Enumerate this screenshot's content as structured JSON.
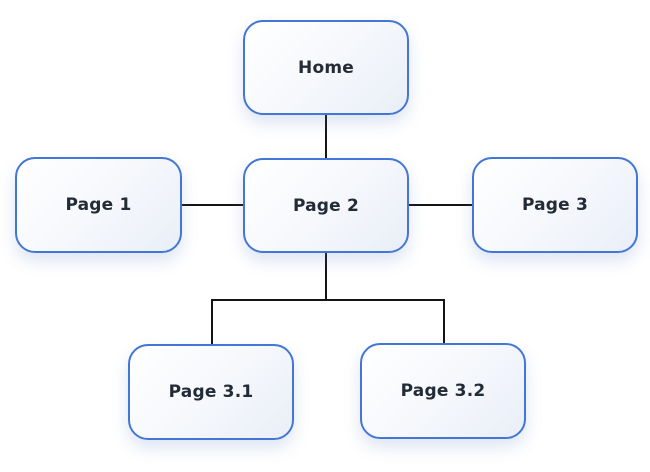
{
  "diagram": {
    "type": "sitemap-flowchart",
    "nodes": {
      "home": {
        "label": "Home"
      },
      "page1": {
        "label": "Page 1"
      },
      "page2": {
        "label": "Page 2"
      },
      "page3": {
        "label": "Page 3"
      },
      "page31": {
        "label": "Page 3.1"
      },
      "page32": {
        "label": "Page 3.2"
      }
    },
    "edges": [
      {
        "from": "Home",
        "to": "Page 2"
      },
      {
        "from": "Page 1",
        "to": "Page 2"
      },
      {
        "from": "Page 2",
        "to": "Page 3"
      },
      {
        "from": "Page 2",
        "to": "Page 3.1"
      },
      {
        "from": "Page 2",
        "to": "Page 3.2"
      }
    ],
    "colors": {
      "background": "#ffffff",
      "node_border": "#4377d6",
      "node_fill_top": "#ffffff",
      "node_fill_bottom": "#e9eef7",
      "node_text": "#222b36",
      "connector": "#141414"
    }
  }
}
